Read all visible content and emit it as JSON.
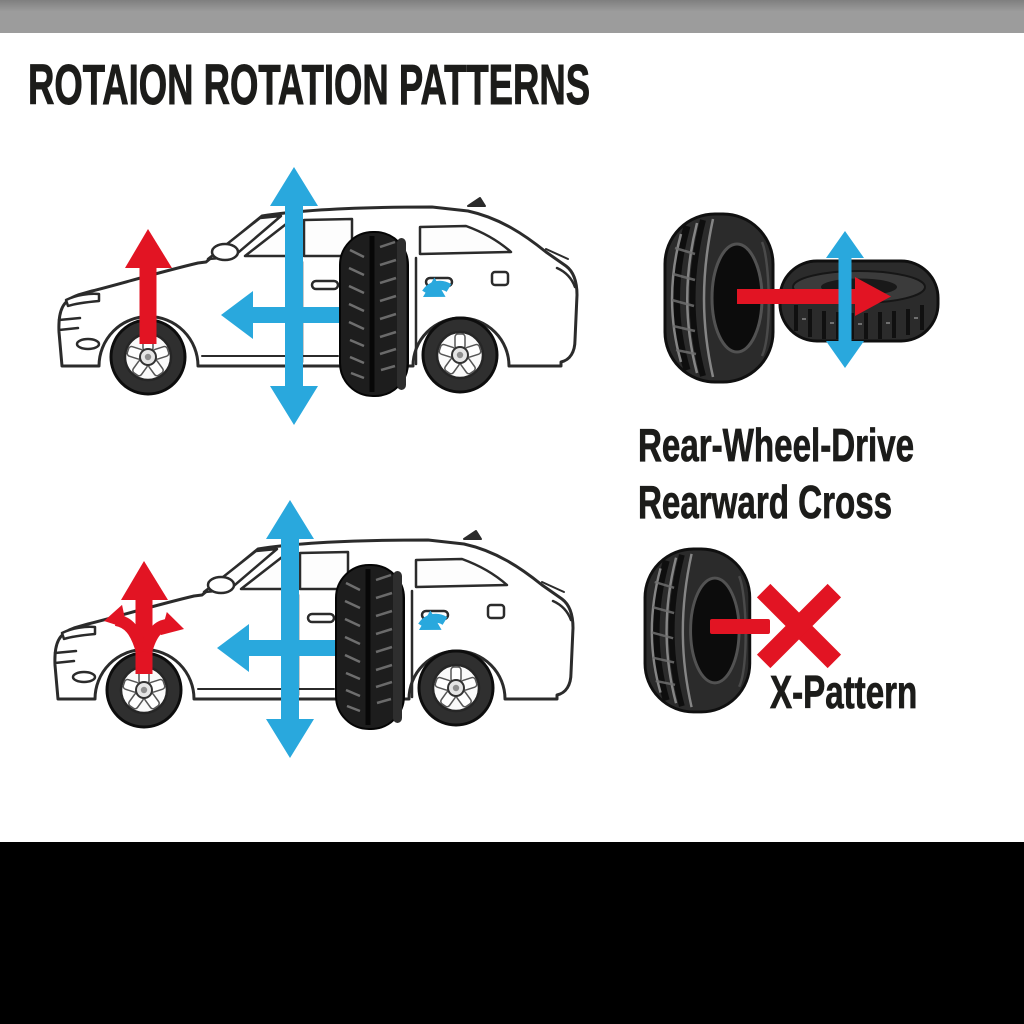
{
  "page": {
    "title": "ROTAION ROTATION PATTERNS",
    "background": "#ffffff"
  },
  "colors": {
    "accent_red": "#e21423",
    "accent_blue": "#29a8dd",
    "ink": "#1c1c1a",
    "line_art": "#2b2b2b",
    "tire_dark": "#1d1d1d",
    "top_bar_gray": "#9c9c9c",
    "bottom_bar_black": "#000000"
  },
  "sections": {
    "top_car_diagram": {
      "icons": [
        "red-up-arrow",
        "blue-cross-arrows",
        "standing-tire-overlay",
        "blue-swap-arrow",
        "suv-side-view"
      ]
    },
    "bottom_car_diagram": {
      "icons": [
        "red-trident-arrow",
        "blue-cross-arrows",
        "standing-tire-overlay",
        "blue-swap-arrow",
        "suv-side-view"
      ]
    },
    "rear_wheel_drive": {
      "line1": "Rear-Wheel-Drive",
      "line2": "Rearward Cross",
      "icons": [
        "tire-front-view",
        "tire-side-view",
        "red-right-arrow",
        "blue-up-down-arrow"
      ]
    },
    "x_pattern": {
      "label": "X-Pattern",
      "icons": [
        "tire-front-view",
        "red-dash",
        "red-x-mark"
      ]
    }
  }
}
